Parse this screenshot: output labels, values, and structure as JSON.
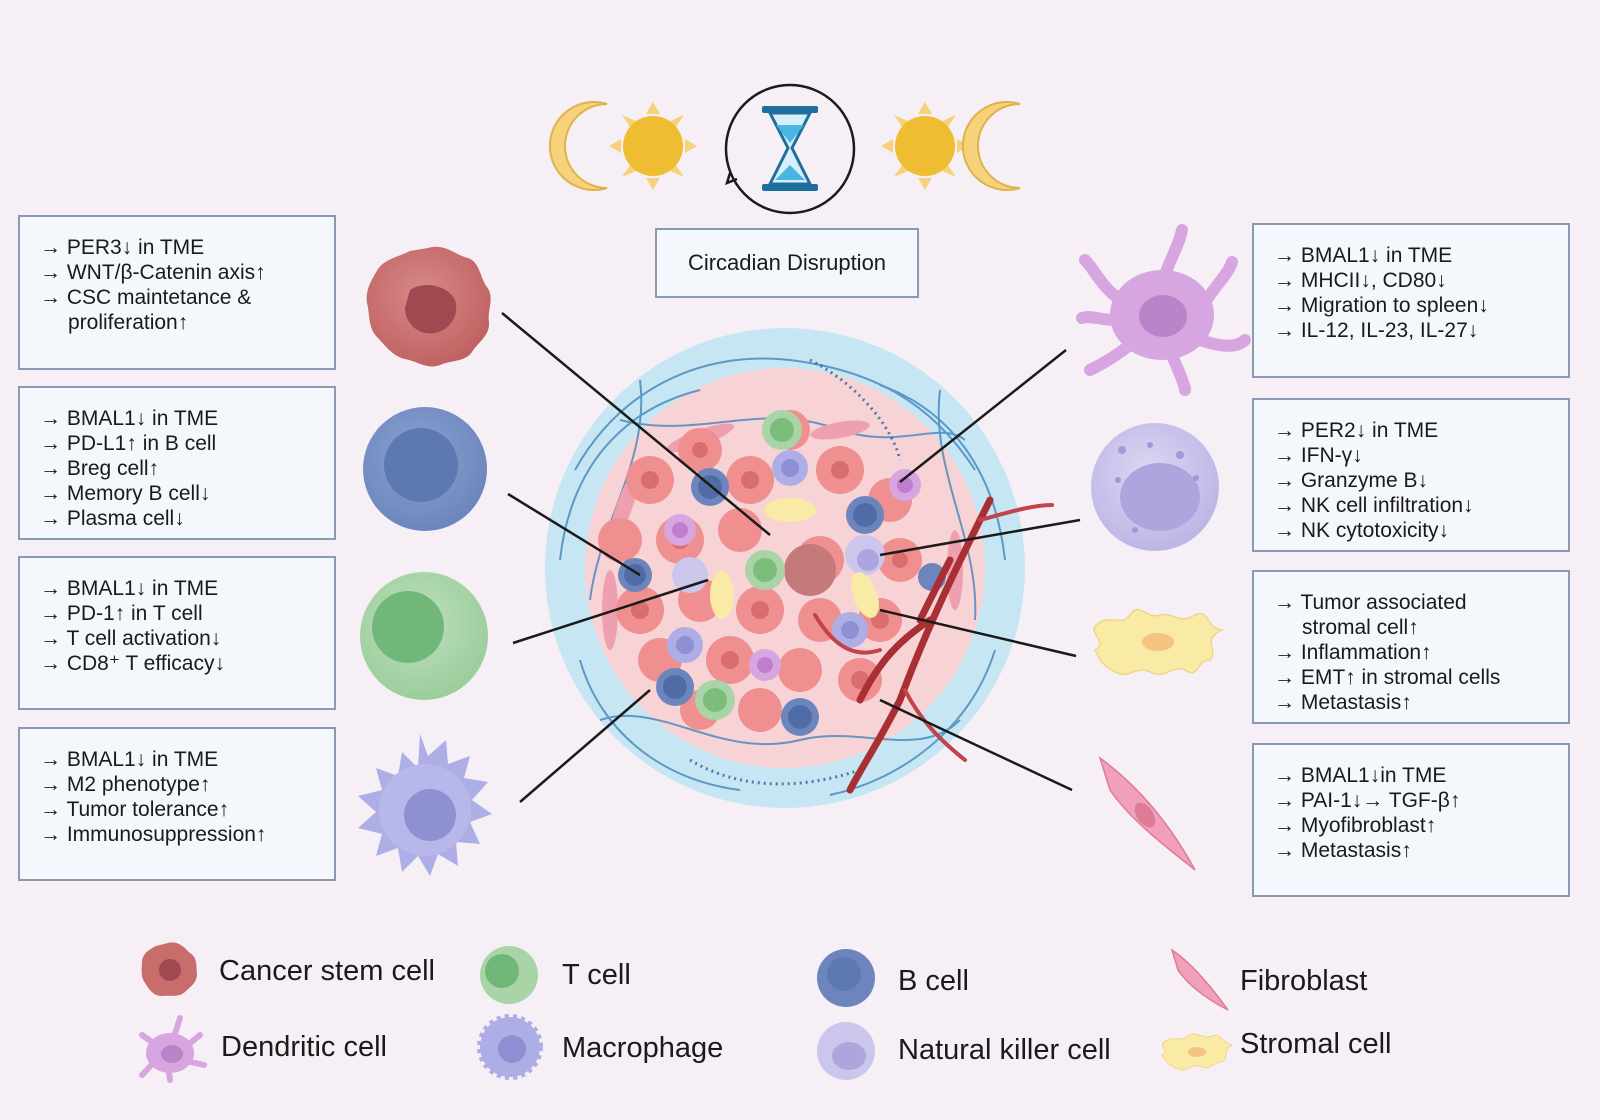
{
  "title": "Circadian Disruption",
  "boxes": {
    "cancer_stem": [
      "→ PER3↓ in TME",
      "→ WNT/β-Catenin axis↑",
      "→ CSC maintetance &",
      "proliferation↑"
    ],
    "b_cell": [
      "→ BMAL1↓ in TME",
      "→ PD-L1↑ in B cell",
      "→ Breg cell↑",
      "→ Memory B cell↓",
      "→ Plasma cell↓"
    ],
    "t_cell": [
      "→ BMAL1↓ in TME",
      "→ PD-1↑ in T cell",
      "→ T cell activation↓",
      "→ CD8⁺ T efficacy↓"
    ],
    "macrophage": [
      "→ BMAL1↓ in TME",
      "→ M2 phenotype↑",
      "→ Tumor tolerance↑",
      "→ Immunosuppression↑"
    ],
    "dendritic": [
      "→ BMAL1↓ in TME",
      "→ MHCII↓, CD80↓",
      "→ Migration to spleen↓",
      "→ IL-12, IL-23, IL-27↓"
    ],
    "nk": [
      "→ PER2↓ in TME",
      "→ IFN-γ↓",
      "→ Granzyme B↓",
      "→ NK cell infiltration↓",
      "→ NK cytotoxicity↓"
    ],
    "stromal": [
      "→ Tumor associated",
      "stromal cell↑",
      "→ Inflammation↑",
      "→ EMT↑ in stromal cells",
      "→ Metastasis↑"
    ],
    "fibroblast": [
      "→ BMAL1↓in TME",
      "→ PAI-1↓→ TGF-β↑",
      "→ Myofibroblast↑",
      "→ Metastasis↑"
    ]
  },
  "legend": {
    "cancer_stem": "Cancer stem cell",
    "t_cell": "T cell",
    "b_cell": "B cell",
    "fibroblast": "Fibroblast",
    "dendritic": "Dendritic cell",
    "macrophage": "Macrophage",
    "nk": "Natural killer cell",
    "stromal": "Stromal cell"
  },
  "colors": {
    "cancer_stem": "#c86c6c",
    "b_cell": "#7b93c6",
    "t_cell": "#a8d4a8",
    "macrophage": "#aeaee6",
    "dendritic": "#d7a6e0",
    "nk": "#c9c4ea",
    "stromal": "#f9eaa6",
    "fibroblast": "#f0a0b8",
    "sun": "#f0c040",
    "moon": "#f6d27a",
    "hourglass": "#1d6f9e"
  },
  "icons": [
    "moon-icon",
    "sun-icon",
    "hourglass-icon",
    "cycle-arrow-icon"
  ]
}
